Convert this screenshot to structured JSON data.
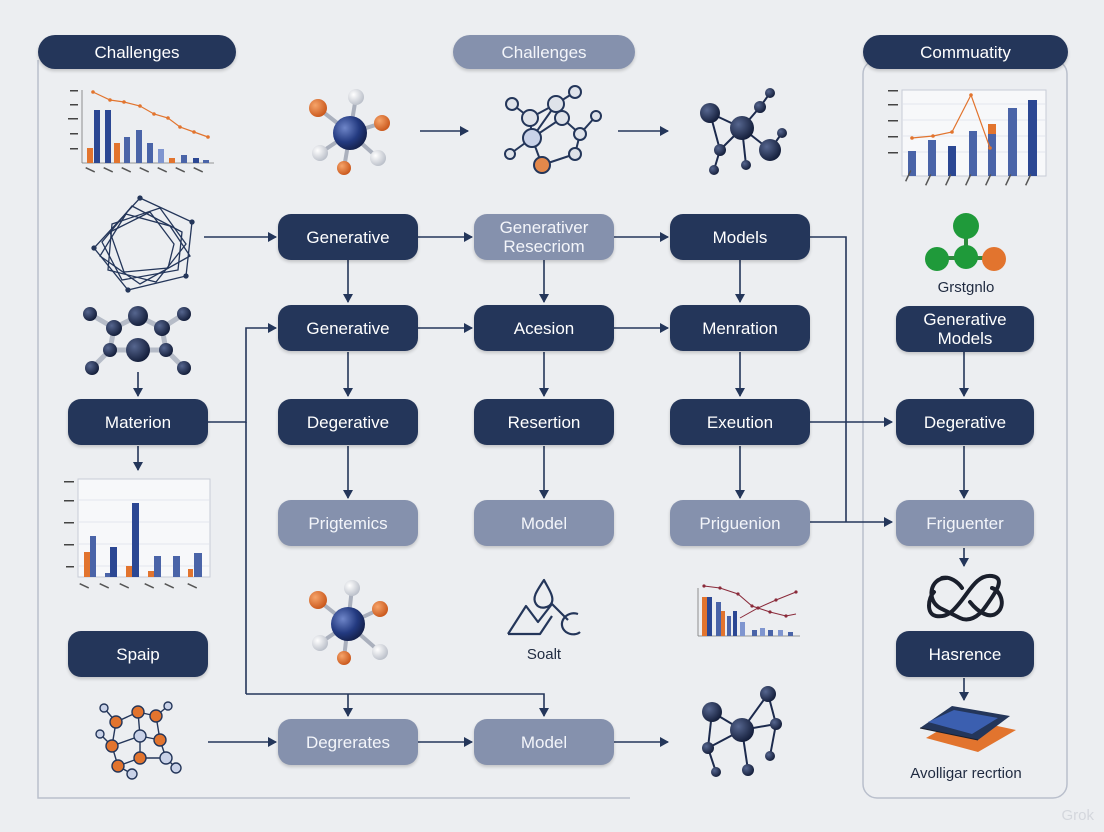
{
  "headers": {
    "left": "Challenges",
    "center": "Challenges",
    "right": "Commuatity"
  },
  "nodes": {
    "generative_1": "Generative",
    "generative_research": "Generativer\nResecriom",
    "models_top": "Models",
    "generative_2": "Generative",
    "acesion": "Acesion",
    "menration": "Menration",
    "materion": "Materion",
    "degerative_1": "Degerative",
    "resertion": "Resertion",
    "exeution": "Exeution",
    "degerative_2": "Degerative",
    "prigtemics": "Prigtemics",
    "model_mid": "Model",
    "priguenion": "Priguenion",
    "friguenter": "Friguenter",
    "generative_models": "Generative\nModels",
    "spaip": "Spaip",
    "hasrence": "Hasrence",
    "degrerates": "Degrerates",
    "model_bottom": "Model"
  },
  "captions": {
    "grstgnlo": "Grstgnlo",
    "soalt": "Soalt",
    "avolligar": "Avolligar recrtion"
  },
  "watermark": "Grok",
  "colors": {
    "background": "#eceef1",
    "dark_node": "#24365a",
    "light_node": "#8591ad",
    "arrow": "#24365a",
    "accent_orange": "#e2742e",
    "accent_blue": "#4a64a8",
    "accent_green": "#1f9a3a"
  }
}
